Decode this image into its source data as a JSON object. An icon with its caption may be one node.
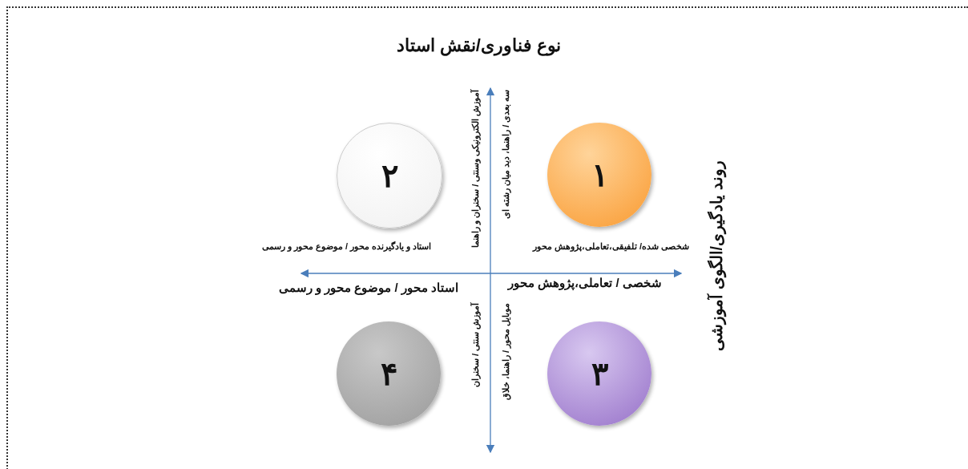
{
  "diagram": {
    "title": "نوع فناوری/نقش استاد",
    "nodes": [
      {
        "text": [
          "۱"
        ]
      },
      {
        "text": [
          "۲"
        ]
      },
      {
        "text": [
          "۳"
        ]
      },
      {
        "text": [
          "۴"
        ]
      }
    ],
    "labels": [
      "آموزش الکترونیکی وسنتی / سخنران و راهنما",
      "سه بعدی / راهنما، دید میان رشته ای",
      "شخصی شده/ تلفیقی،تعاملی،پژوهش محور",
      "استاد و یادگیرنده محور / موضوع محور و رسمی",
      "شخصی / تعاملی،پژوهش محور",
      "استاد محور / موضوع محور و رسمی",
      "آموزش سنتی / سخنران",
      "موبایل محور / راهنما، خلاق",
      "روند یادگیری/الگوی آموزشی"
    ]
  }
}
